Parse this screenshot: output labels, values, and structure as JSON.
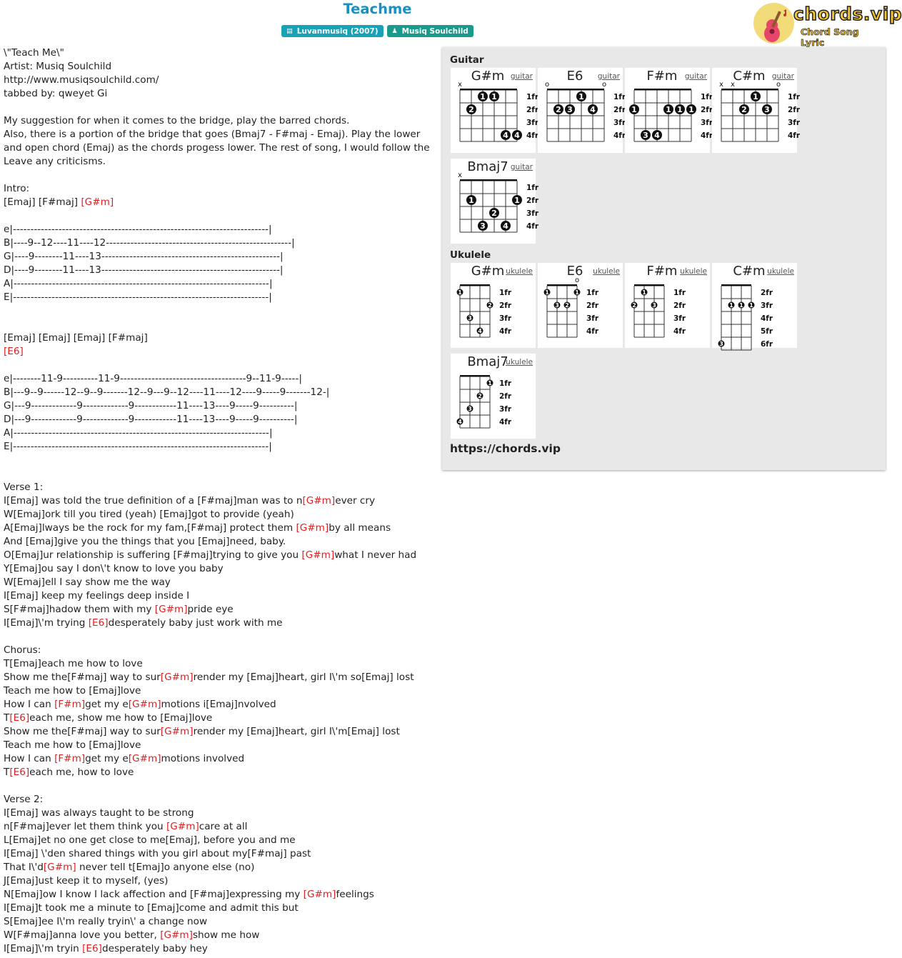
{
  "header": {
    "title": "Teachme",
    "badge_album": "Luvanmusiq (2007)",
    "badge_artist": "Musiq Soulchild",
    "logo_brand": "chords.vip",
    "logo_tagline": "Chord Song Lyric"
  },
  "content_lines": [
    [
      {
        "t": "\\\"Teach Me\\\""
      }
    ],
    [
      {
        "t": "Artist: Musiq Soulchild"
      }
    ],
    [
      {
        "t": "http://www.musiqsoulchild.com/"
      }
    ],
    [
      {
        "t": "tabbed by: qweyet Gi"
      }
    ],
    [
      {
        "t": ""
      }
    ],
    [
      {
        "t": "My suggestion for when it comes to the bridge, play the barred chords."
      }
    ],
    [
      {
        "t": "Also, there is a portion of the bridge that goes (Bmaj7 - F#maj - Emaj). Play the lower"
      }
    ],
    [
      {
        "t": "and open chord (Emaj) as the chords progess lower. The rest of song, I would follow the"
      }
    ],
    [
      {
        "t": "Leave any criticisms."
      }
    ],
    [
      {
        "t": ""
      }
    ],
    [
      {
        "t": "Intro:"
      }
    ],
    [
      {
        "t": "[Emaj] [F#maj] "
      },
      {
        "t": "[G#m]",
        "c": 1
      }
    ],
    [
      {
        "t": ""
      }
    ],
    [
      {
        "t": "e|-------------------------------------------------------------------------|"
      }
    ],
    [
      {
        "t": "B|----9--12----11----12-----------------------------------------------------|"
      }
    ],
    [
      {
        "t": "G|----9--------11----13---------------------------------------------------|"
      }
    ],
    [
      {
        "t": "D|----9--------11----13---------------------------------------------------|"
      }
    ],
    [
      {
        "t": "A|-------------------------------------------------------------------------|"
      }
    ],
    [
      {
        "t": "E|-------------------------------------------------------------------------|"
      }
    ],
    [
      {
        "t": ""
      }
    ],
    [
      {
        "t": ""
      }
    ],
    [
      {
        "t": "[Emaj] [Emaj] [Emaj] [F#maj]"
      }
    ],
    [
      {
        "t": "[E6]",
        "c": 1
      }
    ],
    [
      {
        "t": ""
      }
    ],
    [
      {
        "t": "e|--------11-9----------11-9------------------------------------9--11-9-----|"
      }
    ],
    [
      {
        "t": "B|---9--9------12--9--9-------12--9---9--12----11----12----9-----9-------12-|"
      }
    ],
    [
      {
        "t": "G|---9-------------9-------------9------------11----13----9-----9----------|"
      }
    ],
    [
      {
        "t": "D|---9-------------9-------------9------------11----13----9-----9----------|"
      }
    ],
    [
      {
        "t": "A|-------------------------------------------------------------------------|"
      }
    ],
    [
      {
        "t": "E|-------------------------------------------------------------------------|"
      }
    ],
    [
      {
        "t": ""
      }
    ],
    [
      {
        "t": ""
      }
    ],
    [
      {
        "t": "Verse 1:"
      }
    ],
    [
      {
        "t": "I[Emaj] was told the true definition of a [F#maj]man was to n"
      },
      {
        "t": "[G#m]",
        "c": 1
      },
      {
        "t": "ever cry"
      }
    ],
    [
      {
        "t": "W[Emaj]ork till you tired (yeah) [Emaj]got to provide (yeah)"
      }
    ],
    [
      {
        "t": "A[Emaj]lways be the rock for my fam,[F#maj] protect them "
      },
      {
        "t": "[G#m]",
        "c": 1
      },
      {
        "t": "by all means"
      }
    ],
    [
      {
        "t": "And [Emaj]give you the things that you [Emaj]need, baby."
      }
    ],
    [
      {
        "t": "O[Emaj]ur relationship is suffering [F#maj]trying to give you "
      },
      {
        "t": "[G#m]",
        "c": 1
      },
      {
        "t": "what I never had"
      }
    ],
    [
      {
        "t": "Y[Emaj]ou say I don\\'t know to love you baby"
      }
    ],
    [
      {
        "t": "W[Emaj]ell I say show me the way"
      }
    ],
    [
      {
        "t": "I[Emaj] keep my feelings deep inside I"
      }
    ],
    [
      {
        "t": "S[F#maj]hadow them with my "
      },
      {
        "t": "[G#m]",
        "c": 1
      },
      {
        "t": "pride eye"
      }
    ],
    [
      {
        "t": "I[Emaj]\\'m trying "
      },
      {
        "t": "[E6]",
        "c": 1
      },
      {
        "t": "desperately baby just work with me"
      }
    ],
    [
      {
        "t": ""
      }
    ],
    [
      {
        "t": "Chorus:"
      }
    ],
    [
      {
        "t": "T[Emaj]each me how to love"
      }
    ],
    [
      {
        "t": "Show me the[F#maj] way to sur"
      },
      {
        "t": "[G#m]",
        "c": 1
      },
      {
        "t": "render my [Emaj]heart, girl I\\'m so[Emaj] lost"
      }
    ],
    [
      {
        "t": "Teach me how to [Emaj]love"
      }
    ],
    [
      {
        "t": "How I can "
      },
      {
        "t": "[F#m]",
        "c": 1
      },
      {
        "t": "get my e"
      },
      {
        "t": "[G#m]",
        "c": 1
      },
      {
        "t": "motions i[Emaj]nvolved"
      }
    ],
    [
      {
        "t": "T"
      },
      {
        "t": "[E6]",
        "c": 1
      },
      {
        "t": "each me, show me how to [Emaj]love"
      }
    ],
    [
      {
        "t": "Show me the[F#maj] way to sur"
      },
      {
        "t": "[G#m]",
        "c": 1
      },
      {
        "t": "render my [Emaj]heart, girl I\\'m[Emaj] lost"
      }
    ],
    [
      {
        "t": "Teach me how to [Emaj]love"
      }
    ],
    [
      {
        "t": "How I can "
      },
      {
        "t": "[F#m]",
        "c": 1
      },
      {
        "t": "get my e"
      },
      {
        "t": "[G#m]",
        "c": 1
      },
      {
        "t": "motions involved"
      }
    ],
    [
      {
        "t": "T"
      },
      {
        "t": "[E6]",
        "c": 1
      },
      {
        "t": "each me, how to love"
      }
    ],
    [
      {
        "t": ""
      }
    ],
    [
      {
        "t": "Verse 2:"
      }
    ],
    [
      {
        "t": "I[Emaj] was always taught to be strong"
      }
    ],
    [
      {
        "t": "n[F#maj]ever let them think you "
      },
      {
        "t": "[G#m]",
        "c": 1
      },
      {
        "t": "care at all"
      }
    ],
    [
      {
        "t": "L[Emaj]et no one get close to me[Emaj], before you and me"
      }
    ],
    [
      {
        "t": "I[Emaj] \\'den shared things with you girl about my[F#maj] past"
      }
    ],
    [
      {
        "t": "That I\\'d"
      },
      {
        "t": "[G#m]",
        "c": 1
      },
      {
        "t": " never tell t[Emaj]o anyone else (no)"
      }
    ],
    [
      {
        "t": "J[Emaj]ust keep it to myself, (yes)"
      }
    ],
    [
      {
        "t": "N[Emaj]ow I know I lack affection and [F#maj]expressing my "
      },
      {
        "t": "[G#m]",
        "c": 1
      },
      {
        "t": "feelings"
      }
    ],
    [
      {
        "t": "I[Emaj]t took me a minute to [Emaj]come and admit this but"
      }
    ],
    [
      {
        "t": "S[Emaj]ee I\\'m really tryin\\' a change now"
      }
    ],
    [
      {
        "t": "W[F#maj]anna love you better, "
      },
      {
        "t": "[G#m]",
        "c": 1
      },
      {
        "t": "show me how"
      }
    ],
    [
      {
        "t": "I[Emaj]\\'m tryin "
      },
      {
        "t": "[E6]",
        "c": 1
      },
      {
        "t": "desperately baby hey"
      }
    ]
  ],
  "panel": {
    "guitar_label": "Guitar",
    "ukulele_label": "Ukulele",
    "site_url": "https://chords.vip",
    "guitar_chords": [
      {
        "name": "G#m",
        "link": "guitar",
        "frets": [
          "1fr",
          "2fr",
          "3fr",
          "4fr"
        ],
        "markers": [
          "x",
          "",
          "",
          "",
          "",
          ""
        ],
        "dots": [
          [
            1,
            2,
            "2"
          ],
          [
            2,
            1,
            "1"
          ],
          [
            3,
            1,
            "1"
          ],
          [
            4,
            4,
            "4"
          ],
          [
            5,
            4,
            "4"
          ]
        ]
      },
      {
        "name": "E6",
        "link": "guitar",
        "frets": [
          "1fr",
          "2fr",
          "3fr",
          "4fr"
        ],
        "markers": [
          "o",
          "",
          "",
          "",
          "",
          "o"
        ],
        "dots": [
          [
            1,
            2,
            "2"
          ],
          [
            2,
            2,
            "3"
          ],
          [
            3,
            1,
            "1"
          ],
          [
            4,
            2,
            "4"
          ]
        ]
      },
      {
        "name": "F#m",
        "link": "guitar",
        "frets": [
          "1fr",
          "2fr",
          "3fr",
          "4fr"
        ],
        "markers": [
          "",
          "",
          "",
          "",
          "",
          ""
        ],
        "dots": [
          [
            0,
            2,
            "1"
          ],
          [
            1,
            4,
            "3"
          ],
          [
            2,
            4,
            "4"
          ],
          [
            3,
            2,
            "1"
          ],
          [
            4,
            2,
            "1"
          ],
          [
            5,
            2,
            "1"
          ]
        ]
      },
      {
        "name": "C#m",
        "link": "guitar",
        "frets": [
          "1fr",
          "2fr",
          "3fr",
          "4fr"
        ],
        "markers": [
          "x",
          "x",
          "",
          "",
          "",
          "o"
        ],
        "dots": [
          [
            2,
            2,
            "2"
          ],
          [
            3,
            1,
            "1"
          ],
          [
            4,
            2,
            "3"
          ]
        ]
      },
      {
        "name": "Bmaj7",
        "link": "guitar",
        "frets": [
          "1fr",
          "2fr",
          "3fr",
          "4fr"
        ],
        "markers": [
          "x",
          "",
          "",
          "",
          "",
          ""
        ],
        "dots": [
          [
            1,
            2,
            "1"
          ],
          [
            2,
            4,
            "3"
          ],
          [
            3,
            3,
            "2"
          ],
          [
            4,
            4,
            "4"
          ],
          [
            5,
            2,
            "1"
          ]
        ]
      }
    ],
    "ukulele_chords": [
      {
        "name": "G#m",
        "link": "ukulele",
        "frets": [
          "1fr",
          "2fr",
          "3fr",
          "4fr"
        ],
        "markers": [
          "",
          "",
          "",
          ""
        ],
        "dots": [
          [
            0,
            1,
            "1"
          ],
          [
            1,
            3,
            "3"
          ],
          [
            2,
            4,
            "4"
          ],
          [
            3,
            2,
            "2"
          ]
        ]
      },
      {
        "name": "E6",
        "link": "ukulele",
        "frets": [
          "1fr",
          "2fr",
          "3fr",
          "4fr"
        ],
        "markers": [
          "",
          "",
          "",
          "o"
        ],
        "dots": [
          [
            0,
            1,
            "1"
          ],
          [
            1,
            2,
            "3"
          ],
          [
            2,
            2,
            "2"
          ],
          [
            3,
            1,
            "1"
          ]
        ]
      },
      {
        "name": "F#m",
        "link": "ukulele",
        "frets": [
          "1fr",
          "2fr",
          "3fr",
          "4fr"
        ],
        "markers": [
          "",
          "",
          "",
          ""
        ],
        "dots": [
          [
            0,
            2,
            "2"
          ],
          [
            1,
            1,
            "1"
          ],
          [
            2,
            2,
            "3"
          ]
        ]
      },
      {
        "name": "C#m",
        "link": "ukulele",
        "frets": [
          "2fr",
          "3fr",
          "4fr",
          "5fr",
          "6fr"
        ],
        "markers": [
          "",
          "",
          "",
          ""
        ],
        "dots": [
          [
            0,
            5,
            "3"
          ],
          [
            1,
            2,
            "1"
          ],
          [
            2,
            2,
            "1"
          ],
          [
            3,
            2,
            "1"
          ]
        ]
      },
      {
        "name": "Bmaj7",
        "link": "ukulele",
        "frets": [
          "1fr",
          "2fr",
          "3fr",
          "4fr"
        ],
        "markers": [
          "",
          "",
          "",
          ""
        ],
        "dots": [
          [
            0,
            4,
            "4"
          ],
          [
            1,
            3,
            "3"
          ],
          [
            2,
            2,
            "2"
          ],
          [
            3,
            1,
            "1"
          ]
        ]
      }
    ]
  }
}
